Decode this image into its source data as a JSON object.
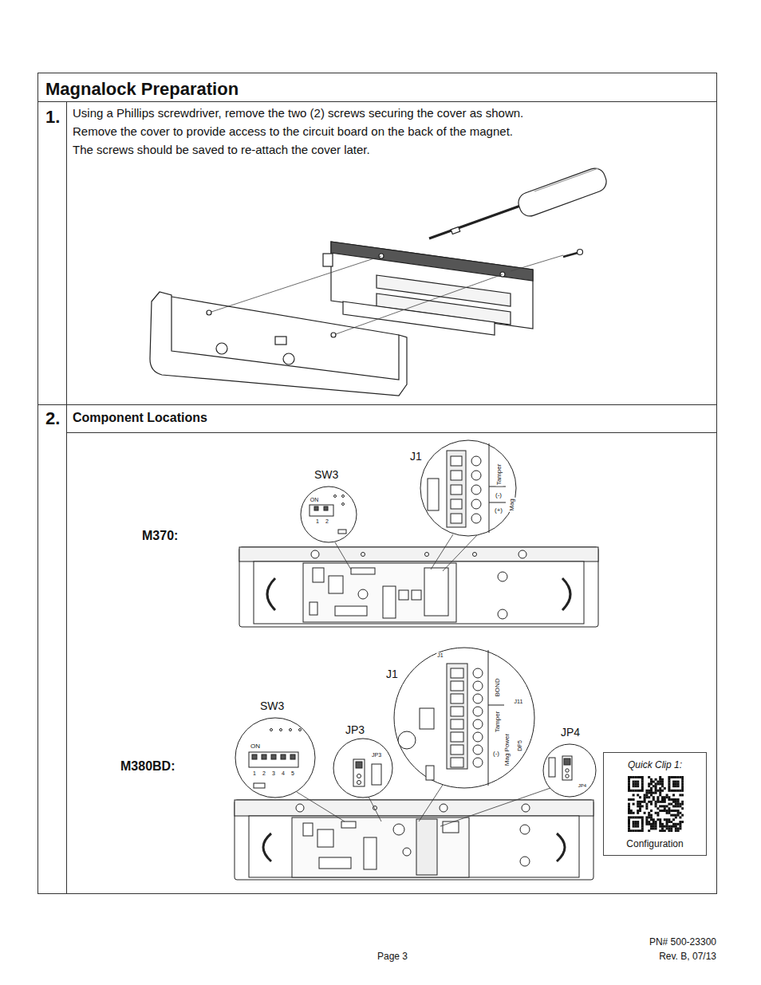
{
  "diagram": {
    "title": "Magnalock Preparation",
    "nodes": [
      {
        "text": [
          "1.",
          "Using a Phillips screwdriver, remove the two (2) screws securing the cover as shown.",
          "Remove the cover to provide access to the circuit board on the back of the magnet.",
          "The screws should be saved to re-attach the cover later."
        ]
      },
      {
        "text": [
          "2.",
          "Component Locations"
        ]
      },
      {
        "text": [
          "Quick Clip 1:",
          "Configuration"
        ],
        "in": 1
      }
    ],
    "labels": [
      "M370:",
      "SW3",
      "ON",
      "1",
      "2",
      "J1",
      "Tamper",
      "(-)",
      "(+)",
      "Mag",
      "M380BD:",
      "SW3",
      "ON",
      "1",
      "2",
      "3",
      "4",
      "5",
      "JP3",
      "JP3",
      "J1",
      "J1",
      "BOND",
      "Tamper",
      "(-)",
      "Mag Power",
      "J11",
      "DP5",
      "JP4",
      "JP4",
      "Page 3",
      "PN# 500-23300",
      "Rev. B, 07/13"
    ]
  }
}
